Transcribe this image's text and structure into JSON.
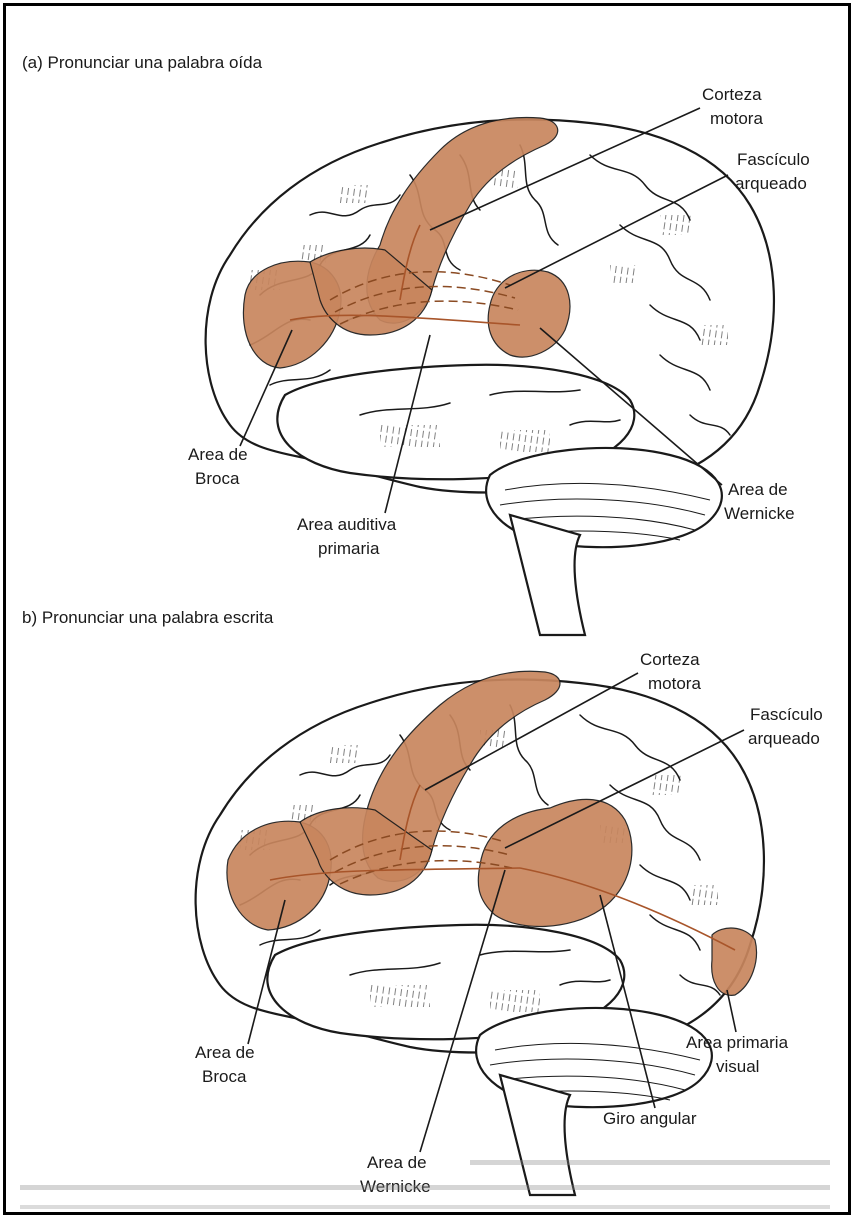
{
  "panel_a": {
    "title": "(a) Pronunciar una palabra oída",
    "labels": {
      "motor_cortex_1": "Corteza",
      "motor_cortex_2": "motora",
      "arcuate_1": "Fascículo",
      "arcuate_2": "arqueado",
      "broca_1": "Area de",
      "broca_2": "Broca",
      "auditory_1": "Area auditiva",
      "auditory_2": "primaria",
      "wernicke_1": "Area de",
      "wernicke_2": "Wernicke"
    }
  },
  "panel_b": {
    "title": "b) Pronunciar una palabra escrita",
    "labels": {
      "motor_cortex_1": "Corteza",
      "motor_cortex_2": "motora",
      "arcuate_1": "Fascículo",
      "arcuate_2": "arqueado",
      "broca_1": "Area de",
      "broca_2": "Broca",
      "visual_1": "Area primaria",
      "visual_2": "visual",
      "angular": "Giro angular",
      "wernicke_1": "Area de",
      "wernicke_2": "Wernicke"
    }
  },
  "colors": {
    "highlight_region": "#c8865e",
    "pathway": "#a8552a",
    "outline": "#1a1a1a"
  }
}
